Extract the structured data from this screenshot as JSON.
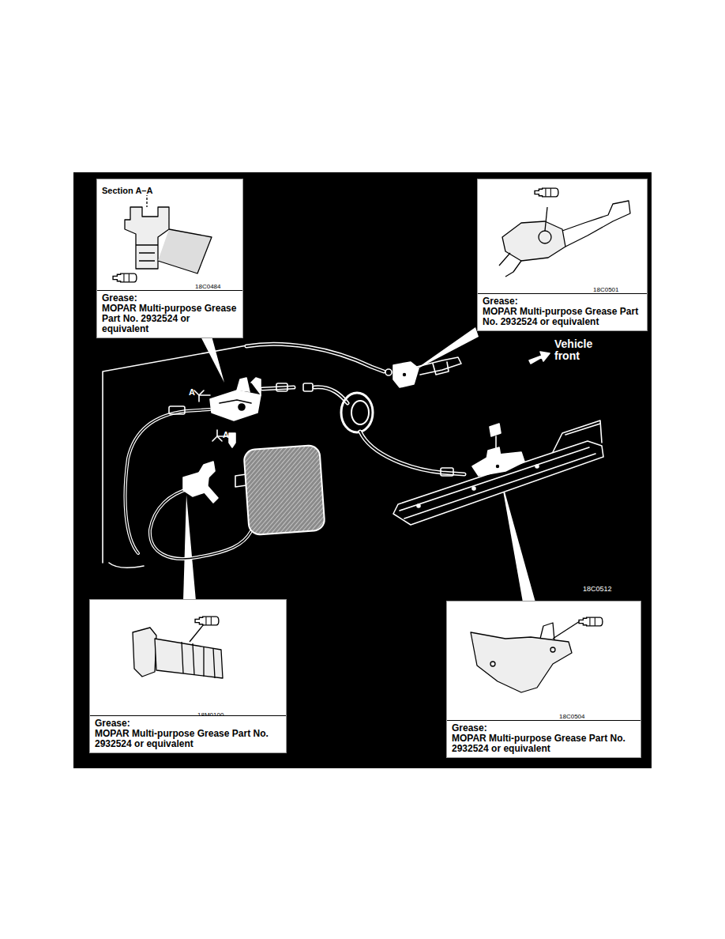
{
  "diagram": {
    "nodes": [
      {
        "text": [
          "Section A–A",
          "18C0484",
          "Grease:",
          "MOPAR Multi-purpose Grease Part No. 2932524 or equivalent"
        ]
      },
      {
        "text": [
          "18C0501",
          "Grease:",
          "MOPAR Multi-purpose Grease Part No. 2932524 or equivalent"
        ]
      },
      {
        "text": [
          "18M0100",
          "Grease:",
          "MOPAR Multi-purpose Grease Part No. 2932524 or equivalent"
        ]
      },
      {
        "text": [
          "18C0504",
          "Grease:",
          "MOPAR Multi-purpose Grease Part No. 2932524 or equivalent"
        ]
      }
    ],
    "labels": [
      "Vehicle front",
      "A",
      "A",
      "18C0512"
    ]
  }
}
